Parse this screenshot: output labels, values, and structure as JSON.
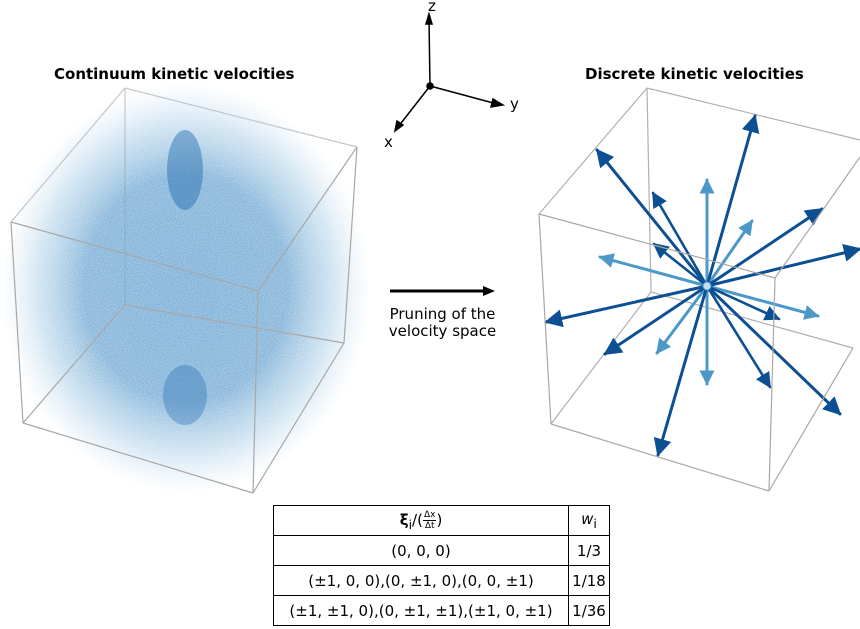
{
  "titles": {
    "left": "Continuum kinetic velocities",
    "right": "Discrete kinetic velocities"
  },
  "axes_triad": {
    "x": "x",
    "y": "y",
    "z": "z"
  },
  "caption": {
    "line1": "Pruning of the",
    "line2": "velocity space"
  },
  "colors": {
    "dark_blue": "#0c4f93",
    "light_blue": "#4b98c9",
    "cube_edge": "#b0b0b0",
    "cloud_core": "#3d86c0"
  },
  "table": {
    "header": {
      "xi_symbol": "ξ",
      "xi_sub": "i",
      "slash": "/",
      "frac_num": "Δx",
      "frac_den": "Δt",
      "w_symbol": "w",
      "w_sub": "i"
    },
    "rows": [
      {
        "velocities": "(0, 0, 0)",
        "weight": "1/3"
      },
      {
        "velocities": "(±1, 0, 0),(0, ±1, 0),(0, 0, ±1)",
        "weight": "1/18"
      },
      {
        "velocities": "(±1, ±1, 0),(0, ±1, ±1),(±1, 0, ±1)",
        "weight": "1/36"
      }
    ]
  }
}
